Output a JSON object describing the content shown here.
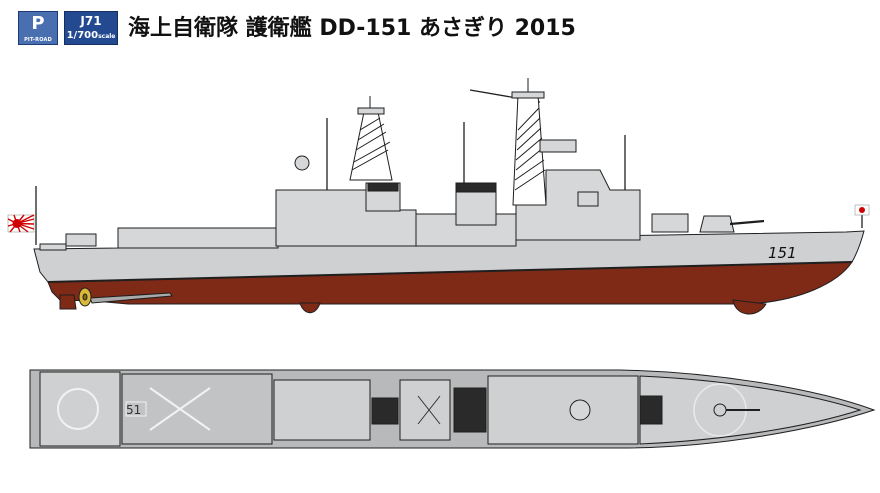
{
  "header": {
    "logo_mark": "P",
    "logo_text": "PIT-ROAD",
    "code": "J71",
    "scale_main": "1/700",
    "scale_suffix": "scale",
    "title": "海上自衛隊 護衛艦 DD-151 あさぎり 2015"
  },
  "hull_number": "151",
  "deck_marking": "51",
  "colors": {
    "hull": "#cfd0d2",
    "hull_outline": "#1f1f1f",
    "lower_hull": "#7f2a16",
    "deck": "#b8b9bb",
    "brand_blue": "#234a90",
    "flag_red": "#d00000"
  },
  "icons": [
    "naval-ensign-icon",
    "jack-flag-icon",
    "propeller-icon"
  ]
}
